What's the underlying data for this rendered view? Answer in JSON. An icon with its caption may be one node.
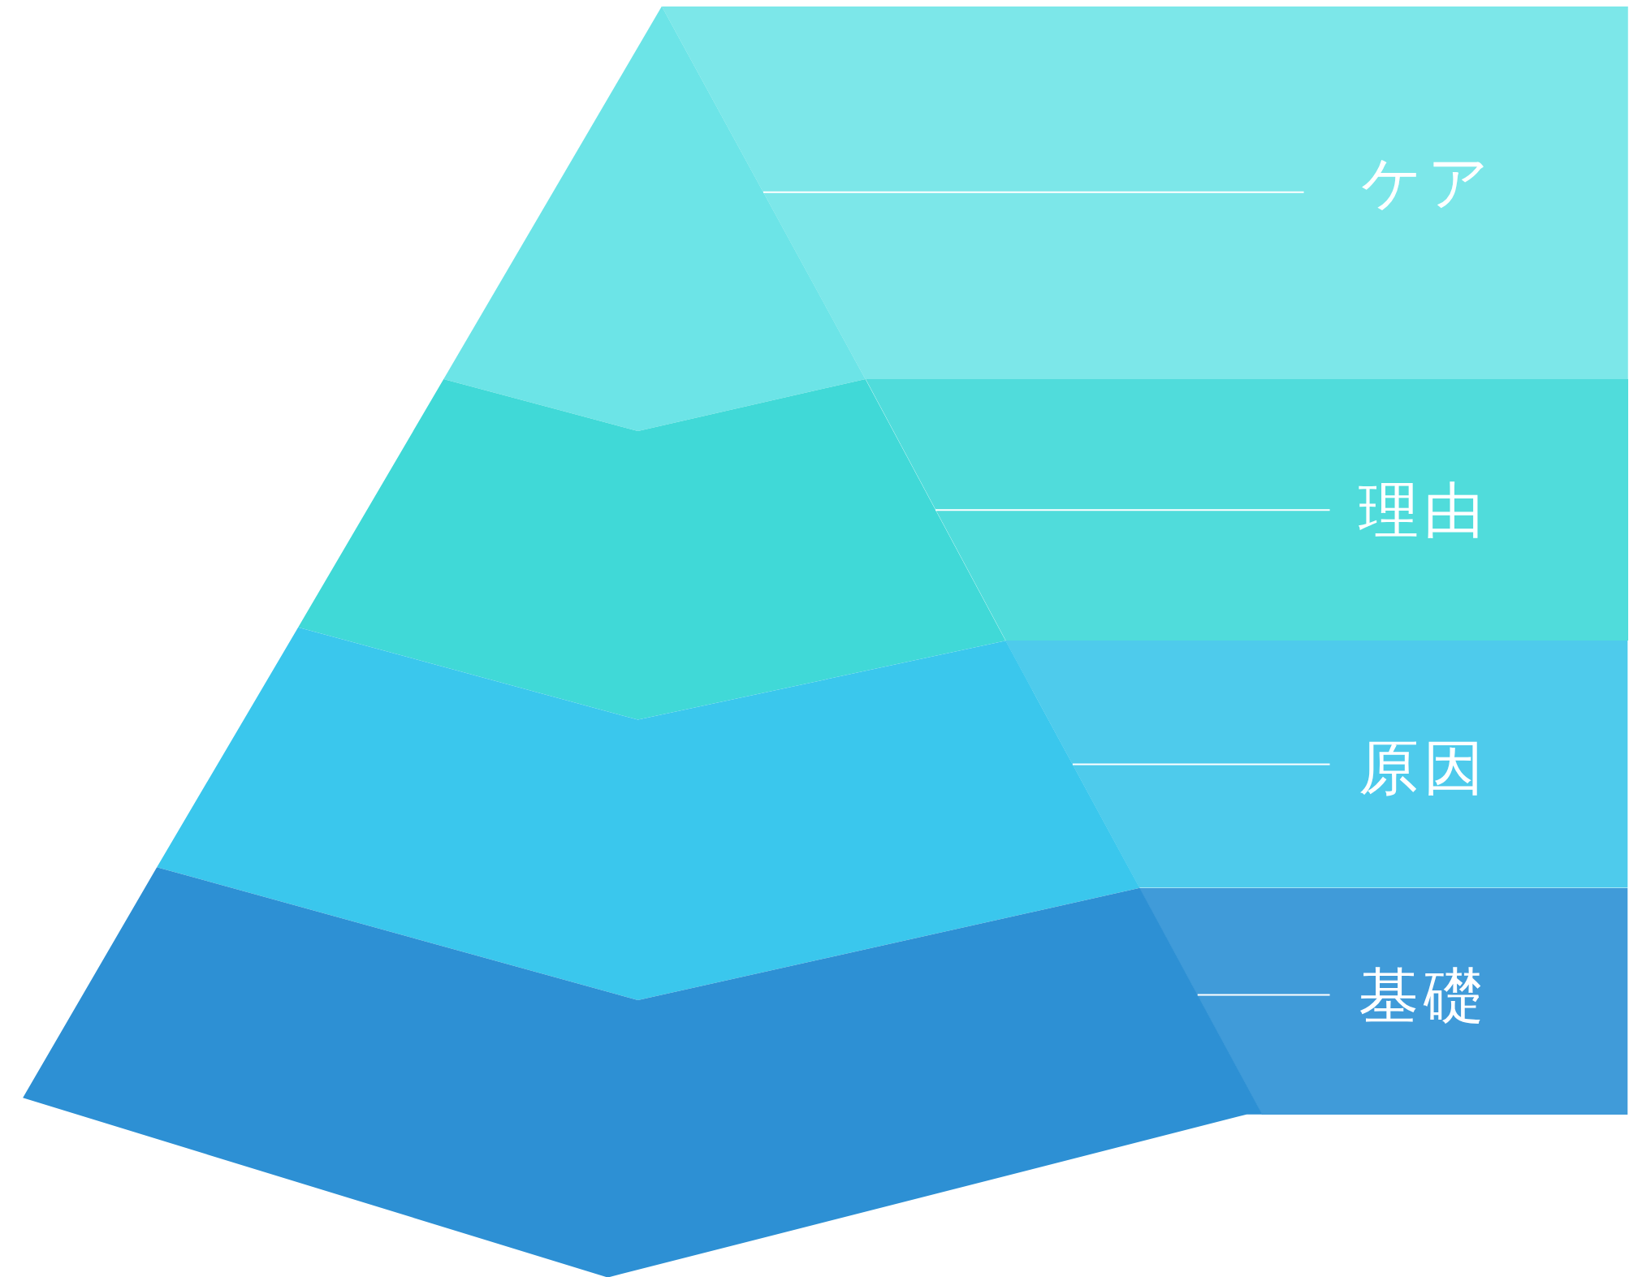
{
  "diagram": {
    "nodes": [
      {
        "text": [
          "ケア"
        ]
      },
      {
        "text": [
          "理由"
        ]
      },
      {
        "text": [
          "原因"
        ]
      },
      {
        "text": [
          "基礎"
        ]
      },
      {
        "text": [],
        "shape": "triangle"
      },
      {
        "text": [],
        "shape": "trapezoid"
      },
      {
        "text": [],
        "shape": "trapezoid"
      },
      {
        "text": [],
        "shape": "trapezoid"
      }
    ],
    "edges": [
      {
        "from": 0,
        "to": 4,
        "arrow": "none"
      },
      {
        "from": 1,
        "to": 5,
        "arrow": "none"
      },
      {
        "from": 2,
        "to": 6,
        "arrow": "none"
      },
      {
        "from": 3,
        "to": 7,
        "arrow": "none"
      }
    ]
  }
}
